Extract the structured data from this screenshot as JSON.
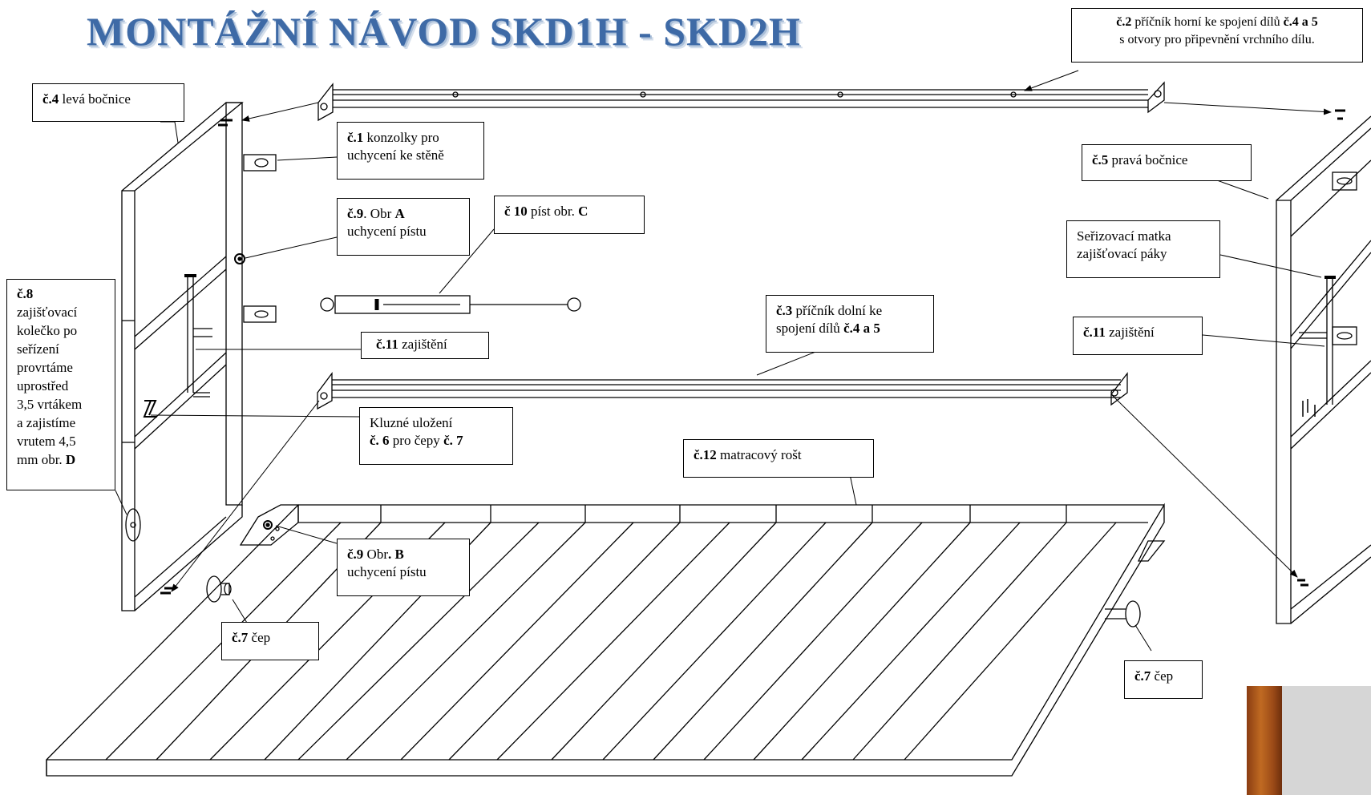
{
  "title": "MONTÁŽNÍ NÁVOD SKD1H - SKD2H",
  "labels": {
    "c4": {
      "num": "č.4",
      "text": " levá bočnice"
    },
    "c1": {
      "num": "č.1",
      "text": " konzolky pro",
      "text2": "uchycení ke stěně"
    },
    "c9a": {
      "num": "č.9",
      "text": ".   Obr ",
      "ref": "A",
      "text2": "uchycení pístu"
    },
    "c10": {
      "num": "č 10",
      "text": " píst obr. ",
      "ref": "C"
    },
    "c2": {
      "num": "č.2",
      "text": " příčník horní ke spojení dílů ",
      "parts": "č.4 a 5",
      "text2": "s otvory pro připevnění  vrchního dílu."
    },
    "c5": {
      "num": "č.5",
      "text": " pravá bočnice"
    },
    "nut": {
      "line1": "Seřizovací matka",
      "line2": "zajišťovací páky"
    },
    "c11_right": {
      "num": "č.11",
      "text": " zajištění"
    },
    "c3": {
      "num": "č.3",
      "text": " příčník dolní ke",
      "text2": "spojení dílů ",
      "parts": "č.4 a 5"
    },
    "c11_left": {
      "num": "č.11",
      "text": " zajištění"
    },
    "c8": {
      "num": "č.8",
      "lines": [
        "zajišťovací",
        "kolečko po",
        "seřízení",
        "provrtáme",
        "uprostřed",
        "3,5 vrtákem",
        "a   zajistíme",
        "vrutem 4,5"
      ],
      "last": "mm obr. ",
      "ref": "D"
    },
    "slide": {
      "line1": "Kluzné uložení",
      "num1": "č. 6",
      "text": " pro čepy ",
      "num2": "č. 7"
    },
    "c12": {
      "num": "č.12",
      "text": " matracový rošt"
    },
    "c9b": {
      "num": "č.9",
      "text": "  Obr",
      "ref": ". B",
      "text2": "uchycení pístu"
    },
    "c7_left": {
      "num": "č.7",
      "text": " čep"
    },
    "c7_right": {
      "num": "č.7",
      "text": " čep"
    }
  },
  "colors": {
    "title": "#3e6aa6",
    "line": "#000000",
    "wood": "#b5611e",
    "wall": "#d6d6d6"
  }
}
